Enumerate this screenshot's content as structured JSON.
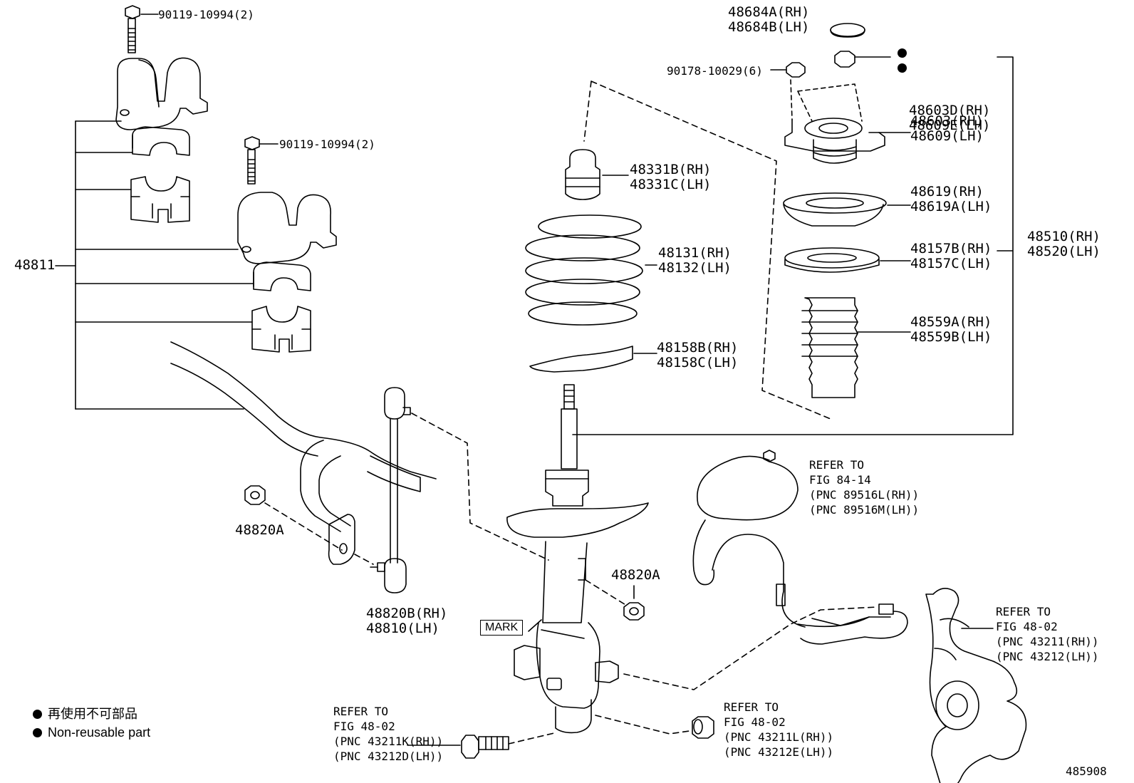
{
  "diagram": {
    "labels": {
      "bolt_top_left": "90119-10994(2)",
      "bolt_mid": "90119-10994(2)",
      "cap_top": "48684A(RH)\n48684B(LH)",
      "nut_small": "90178-10029(6)",
      "nut_top": "48603D(RH)\n48609E(LH)",
      "mount": "48603(RH)\n48609(LH)",
      "bumper": "48331B(RH)\n48331C(LH)",
      "bearing": "48619(RH)\n48619A(LH)",
      "spring": "48131(RH)\n48132(LH)",
      "seat_upper": "48157B(RH)\n48157C(LH)",
      "assembly": "48510(RH)\n48520(LH)",
      "boot": "48559A(RH)\n48559B(LH)",
      "seat_lower": "48158B(RH)\n48158C(LH)",
      "stabilizer_bar": "48811",
      "nut_left": "48820A",
      "nut_right": "48820A",
      "link": "48820B(RH)\n48810(LH)",
      "mark_box": "MARK",
      "ref_sensor": "REFER TO\nFIG 84-14\n(PNC 89516L(RH))\n(PNC 89516M(LH))",
      "ref_knuckle": "REFER TO\nFIG 48-02\n(PNC 43211(RH))\n(PNC 43212(LH))",
      "ref_bolt": "REFER TO\nFIG 48-02\n(PNC 43211K(RH))\n(PNC 43212D(LH))",
      "ref_nut": "REFER TO\nFIG 48-02\n(PNC 43211L(RH))\n(PNC 43212E(LH))",
      "figure_number": "485908"
    },
    "legend": {
      "line_ja": "再使用不可部品",
      "line_en": "Non-reusable part"
    }
  }
}
